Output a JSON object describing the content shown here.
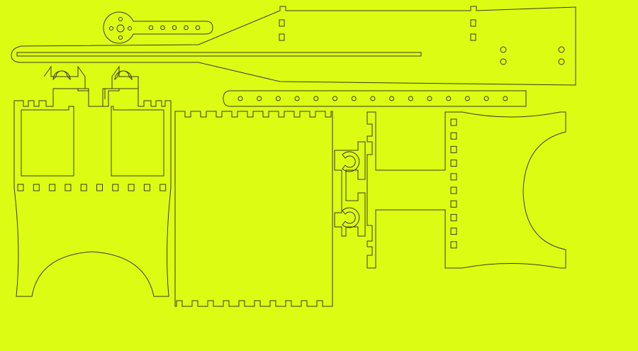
{
  "sheet": {
    "background_color": "#dcfc14",
    "line_color": "#3a3d1c"
  },
  "parts": [
    {
      "name": "servo-horn-arm",
      "holes": 5
    },
    {
      "name": "long-lever-plate",
      "square_slots": 4,
      "round_holes": 4
    },
    {
      "name": "perforated-strip",
      "holes": 15
    },
    {
      "name": "slotted-leg-frame-left",
      "square_slots": 10
    },
    {
      "name": "finger-jointed-panel"
    },
    {
      "name": "clip-connector"
    },
    {
      "name": "h-bracket-right",
      "square_slots": 10
    }
  ]
}
